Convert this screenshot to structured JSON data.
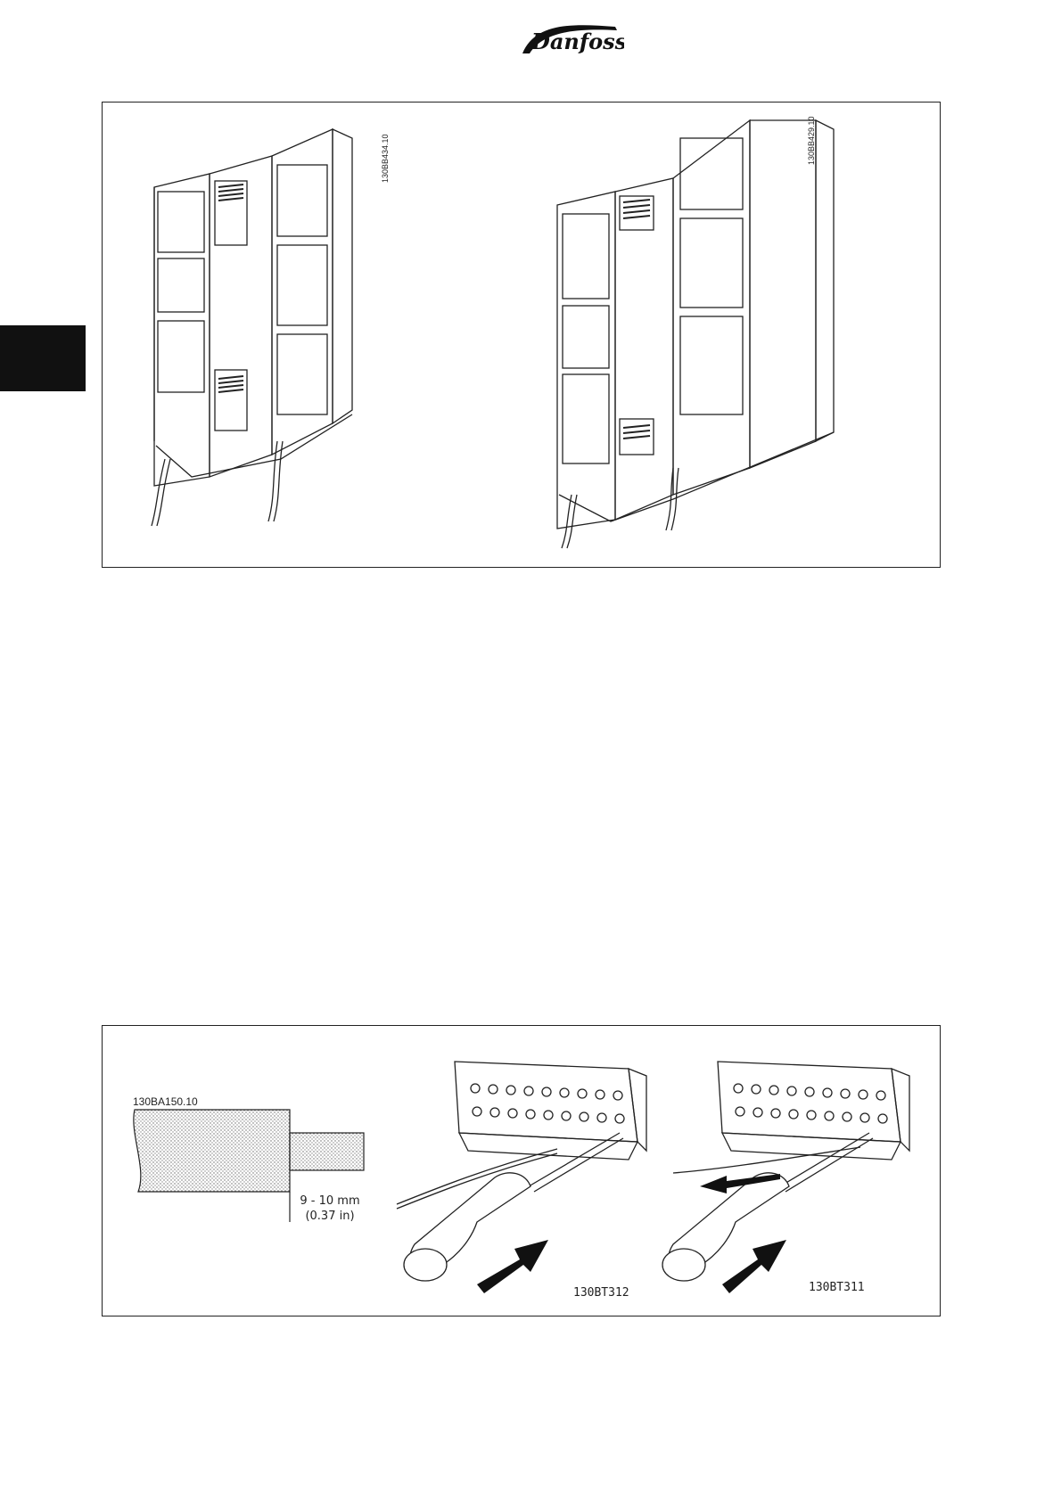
{
  "header": {
    "brand_logo_text": "Danfoss"
  },
  "figure_top": {
    "left_drawing_code": "130BB434.10",
    "right_drawing_code": "130BB429.10"
  },
  "figure_bottom": {
    "strip_drawing_code": "130BA150.10",
    "strip_length_mm": "9 - 10 mm",
    "strip_length_in": "(0.37 in)",
    "insert_drawing_code": "130BT312",
    "remove_drawing_code": "130BT311"
  },
  "colors": {
    "chapter_tab": "#111111",
    "line": "#222222"
  }
}
